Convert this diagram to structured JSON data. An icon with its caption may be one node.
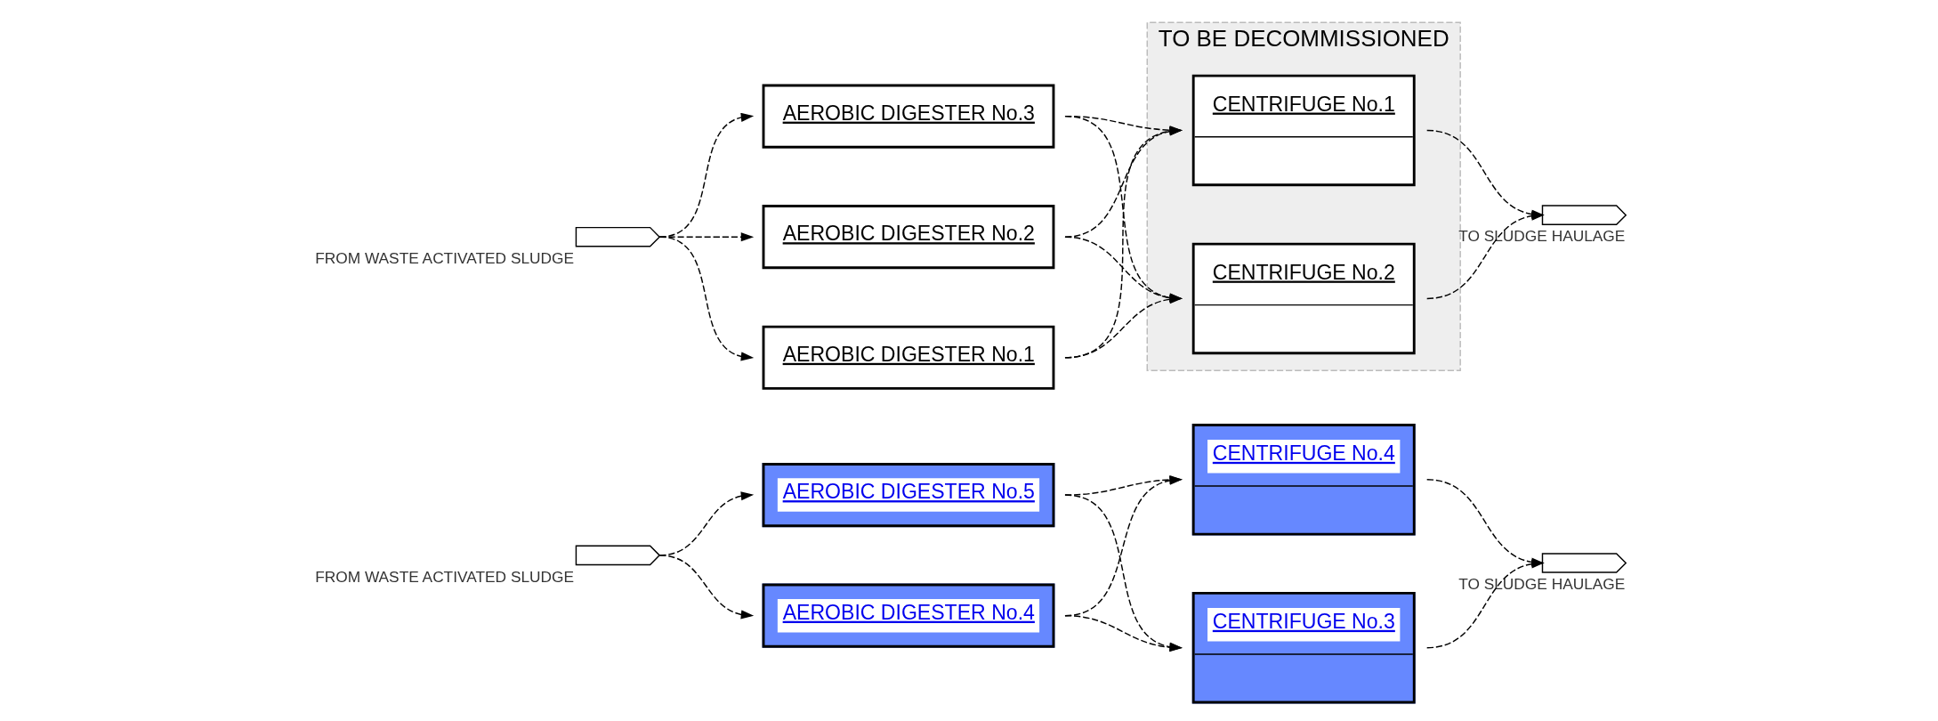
{
  "diagram": {
    "nodes": [
      {
        "text": [],
        "shape": "chevron",
        "beside": [
          "FROM WASTE ACTIVATED SLUDGE"
        ]
      },
      {
        "text": [
          "AEROBIC DIGESTER No.1"
        ]
      },
      {
        "text": [
          "AEROBIC DIGESTER No.2"
        ]
      },
      {
        "text": [
          "AEROBIC DIGESTER No.3"
        ]
      },
      {
        "text": [
          "TO BE DECOMMISSIONED"
        ]
      },
      {
        "text": [
          "CENTRIFUGE No.1"
        ],
        "in": 4
      },
      {
        "text": [
          "CENTRIFUGE No.2"
        ],
        "in": 4
      },
      {
        "text": [],
        "shape": "chevron",
        "beside": [
          "TO SLUDGE HAULAGE"
        ]
      },
      {
        "text": [],
        "shape": "chevron",
        "beside": [
          "FROM WASTE ACTIVATED SLUDGE"
        ]
      },
      {
        "text": [
          "AEROBIC DIGESTER No.4"
        ]
      },
      {
        "text": [
          "AEROBIC DIGESTER No.5"
        ]
      },
      {
        "text": [
          "CENTRIFUGE No.3"
        ]
      },
      {
        "text": [
          "CENTRIFUGE No.4"
        ]
      },
      {
        "text": [],
        "shape": "chevron",
        "beside": [
          "TO SLUDGE HAULAGE"
        ]
      }
    ],
    "edges": [
      {
        "from": 0,
        "to": 1,
        "arrow": "to",
        "style": "dashed"
      },
      {
        "from": 0,
        "to": 2,
        "arrow": "to",
        "style": "dashed"
      },
      {
        "from": 0,
        "to": 3,
        "arrow": "to",
        "style": "dashed"
      },
      {
        "from": 1,
        "to": 5,
        "arrow": "to",
        "style": "dashed"
      },
      {
        "from": 1,
        "to": 6,
        "arrow": "to",
        "style": "dashed"
      },
      {
        "from": 2,
        "to": 5,
        "arrow": "to",
        "style": "dashed"
      },
      {
        "from": 2,
        "to": 6,
        "arrow": "to",
        "style": "dashed"
      },
      {
        "from": 3,
        "to": 5,
        "arrow": "to",
        "style": "dashed"
      },
      {
        "from": 3,
        "to": 6,
        "arrow": "to",
        "style": "dashed"
      },
      {
        "from": 5,
        "to": 7,
        "arrow": "to",
        "style": "dashed"
      },
      {
        "from": 6,
        "to": 7,
        "arrow": "to",
        "style": "dashed"
      },
      {
        "from": 8,
        "to": 9,
        "arrow": "to",
        "style": "dashed"
      },
      {
        "from": 8,
        "to": 10,
        "arrow": "to",
        "style": "dashed"
      },
      {
        "from": 9,
        "to": 11,
        "arrow": "to",
        "style": "dashed"
      },
      {
        "from": 9,
        "to": 12,
        "arrow": "to",
        "style": "dashed"
      },
      {
        "from": 10,
        "to": 11,
        "arrow": "to",
        "style": "dashed"
      },
      {
        "from": 10,
        "to": 12,
        "arrow": "to",
        "style": "dashed"
      },
      {
        "from": 11,
        "to": 13,
        "arrow": "to",
        "style": "dashed"
      },
      {
        "from": 12,
        "to": 13,
        "arrow": "to",
        "style": "dashed"
      }
    ]
  }
}
